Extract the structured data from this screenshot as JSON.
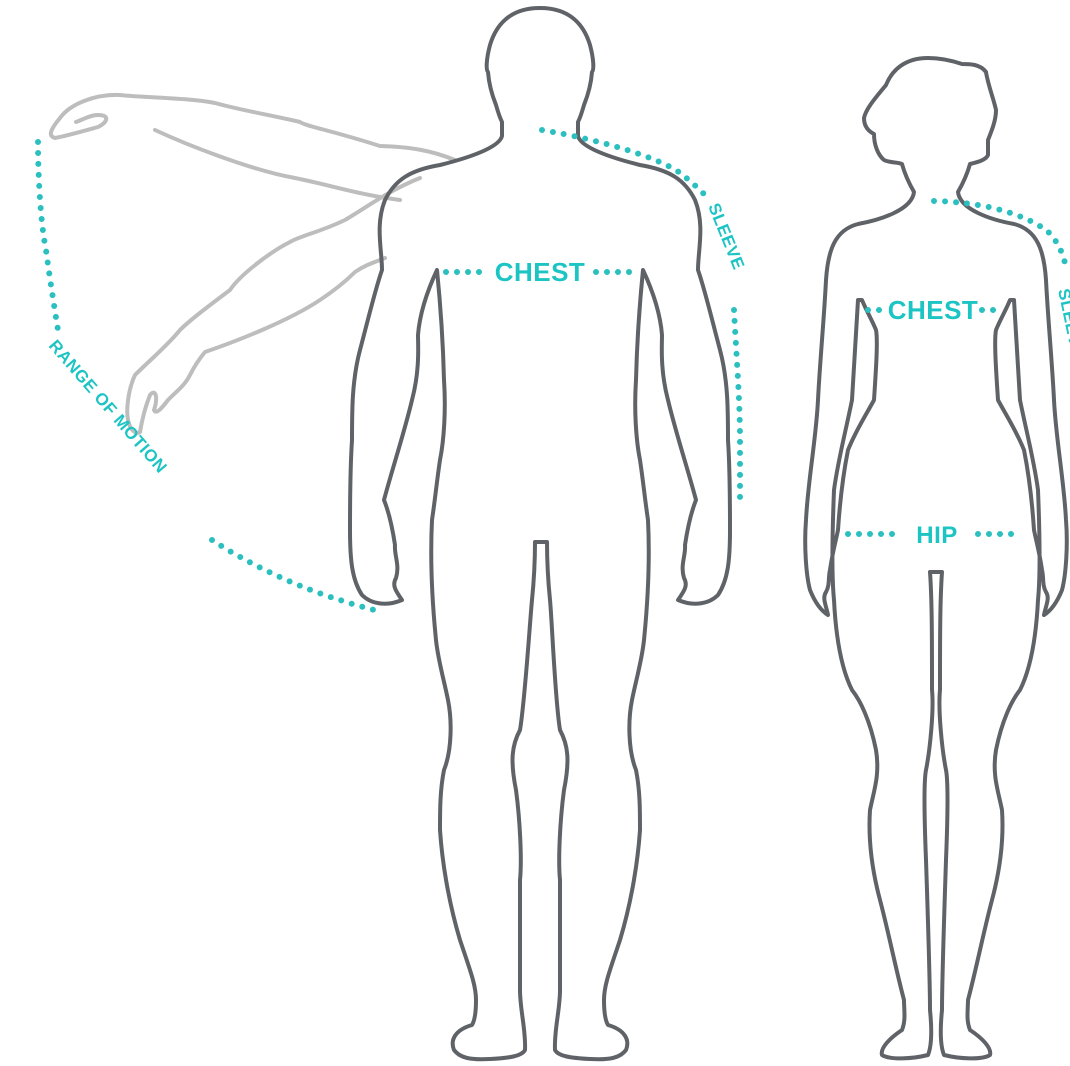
{
  "labels": {
    "man_chest": "CHEST",
    "man_sleeve": "SLEEVE",
    "range_of_motion": "RANGE OF MOTION",
    "woman_chest": "CHEST",
    "woman_hip": "HIP",
    "woman_sleeve": "SLEEVE"
  },
  "colors": {
    "outline": "#5f6368",
    "ghost_arm": "#bdbdbd",
    "measure": "#1dc4c4"
  }
}
